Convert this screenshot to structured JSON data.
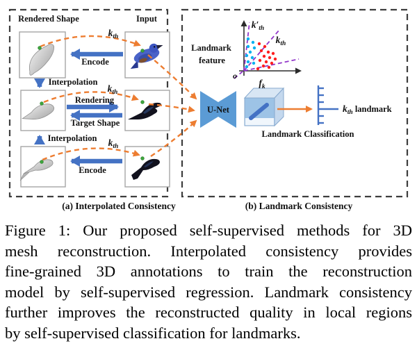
{
  "figure": {
    "panel_a": {
      "caption": "(a) Interpolated Consistency",
      "rendered_shape": "Rendered Shape",
      "input": "Input",
      "encode_top": "Encode",
      "interpolation_top": "Interpolation",
      "rendering": "Rendering",
      "target_shape": "Target Shape",
      "interpolation_bottom": "Interpolation",
      "encode_bottom": "Encode",
      "k_base": "k",
      "k_sub": "th"
    },
    "panel_b": {
      "caption": "(b) Landmark Consistency",
      "landmark_feature_1": "Landmark",
      "landmark_feature_2": "feature",
      "origin": "o",
      "k_prime_base": "k′",
      "k_prime_sub": "th",
      "k_base": "k",
      "k_sub": "th",
      "unet": "U-Net",
      "f_base": "f",
      "f_sub": "k",
      "landmark_suffix": " landmark",
      "classification": "Landmark Classification"
    }
  },
  "caption": {
    "lines": [
      "Figure 1: Our proposed self-supervised methods for 3D",
      "mesh reconstruction. Interpolated consistency provides",
      "fine-grained 3D annotations to train the reconstruction",
      "model by self-supervised regression. Landmark consistency",
      "further improves the reconstructed quality in local regions",
      "by self-supervised classification for landmarks."
    ]
  },
  "colors": {
    "arrow_blue": "#4472C4",
    "dash_orange": "#ED7D31",
    "ray_purple": "#9136C9",
    "dot_cyan": "#00B0F0",
    "dot_red": "#FF1F1F",
    "unet_fill": "#5B9BD5",
    "landmark_green": "#3DA63D"
  }
}
